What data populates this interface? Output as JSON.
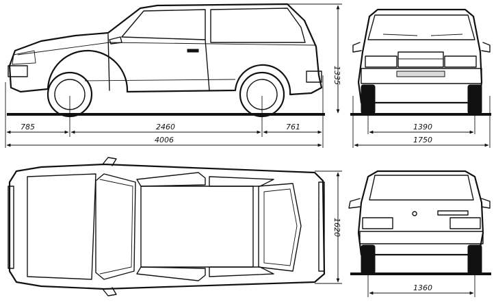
{
  "dimensions": {
    "front_overhang": "785",
    "wheelbase": "2460",
    "rear_overhang": "761",
    "overall_length": "4006",
    "height": "1335",
    "front_track": "1390",
    "overall_width": "1750",
    "body_width": "1620",
    "rear_track": "1360"
  }
}
